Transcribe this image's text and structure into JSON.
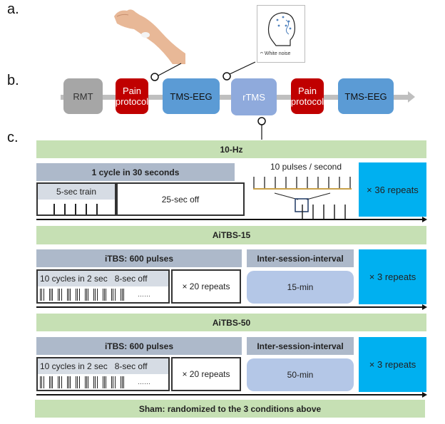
{
  "panel_labels": {
    "a": "a.",
    "b": "b.",
    "c": "c."
  },
  "panel_a": {
    "photo": "forearm-with-skin-patch",
    "eeg_caption": "White noise"
  },
  "panel_b": {
    "steps": [
      {
        "label": "RMT",
        "color": "#a6a6a6"
      },
      {
        "label": "Pain protocol",
        "color": "#c00000"
      },
      {
        "label": "TMS-EEG",
        "color": "#5b9bd5"
      },
      {
        "label": "rTMS",
        "color": "#8faadc"
      },
      {
        "label": "Pain protocol",
        "color": "#c00000"
      },
      {
        "label": "TMS-EEG",
        "color": "#5b9bd5"
      }
    ]
  },
  "panel_c": {
    "tenhz": {
      "title": "10-Hz",
      "cycle_header": "1 cycle in 30 seconds",
      "train_label": "5-sec train",
      "off_label": "25-sec off",
      "pulses_label": "10 pulses / second",
      "repeats": "× 36 repeats"
    },
    "aitbs15": {
      "title": "AiTBS-15",
      "itbs_header": "iTBS: 600 pulses",
      "cycles_label": "10 cycles in 2 sec",
      "off_label": "8-sec off",
      "dots": "……",
      "inner_repeats": "× 20 repeats",
      "interval_header": "Inter-session-interval",
      "interval_value": "15-min",
      "repeats": "× 3 repeats"
    },
    "aitbs50": {
      "title": "AiTBS-50",
      "itbs_header": "iTBS: 600 pulses",
      "cycles_label": "10 cycles in 2 sec",
      "off_label": "8-sec off",
      "dots": "……",
      "inner_repeats": "× 20 repeats",
      "interval_header": "Inter-session-interval",
      "interval_value": "50-min",
      "repeats": "× 3 repeats"
    },
    "sham": "Sham: randomized to the 3 conditions above"
  }
}
